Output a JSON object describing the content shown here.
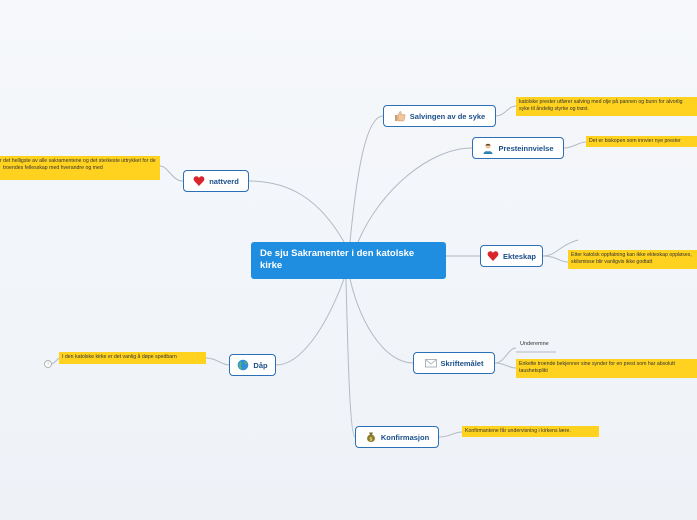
{
  "central": {
    "label": "De sju Sakramenter i den katolske kirke"
  },
  "topics": [
    {
      "key": "salving",
      "label": "Salvingen av de syke",
      "icon": "thumbs-up-icon"
    },
    {
      "key": "presteinnvielse",
      "label": "Presteinnvielse",
      "icon": "priest-icon"
    },
    {
      "key": "ekteskap",
      "label": "Ekteskap",
      "icon": "heart-icon"
    },
    {
      "key": "skriftemal",
      "label": "Skriftemålet",
      "icon": "envelope-icon"
    },
    {
      "key": "konfirmasjon",
      "label": "Konfirmasjon",
      "icon": "money-bag-icon"
    },
    {
      "key": "dap",
      "label": "Dåp",
      "icon": "globe-icon"
    },
    {
      "key": "nattverd",
      "label": "nattverd",
      "icon": "heart-icon"
    }
  ],
  "notes": {
    "salving": "katolske prester utfører salving med olje på pannen og bunn for alvorlig syke til åndelig styrke og trøst.",
    "presteinnvielse": "Det er biskopen som innvier nye prester",
    "ekteskap": "Etter katolsk oppfatning kan ikke ekteskap oppløses, skilsmisse blir vanligvis ikke godtatt",
    "skriftemal_title": "Underemne",
    "skriftemal": "Enkelte troende bekjenner sine synder for en prest som har absolutt taushetsplikt",
    "konfirmasjon": "Konfirmantene får undervisning i kirkens lære.",
    "dap": "I den katolske kirke er det vanlig å døpe spedbarn",
    "nattverd": "er det helligste av alle sakramentene og det sterkeste uttrykket for de troendes fellesskap med hverandre og med"
  },
  "colors": {
    "central": "#1f8ee0",
    "node_border": "#2b6fb6",
    "note": "#ffd21f",
    "link": "#b3b9c4"
  }
}
